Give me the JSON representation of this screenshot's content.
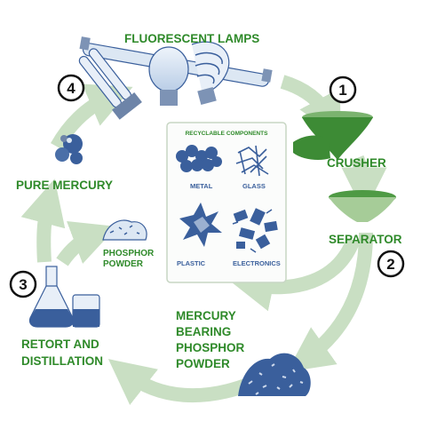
{
  "labels": {
    "fluorescent_lamps": "FLUORESCENT LAMPS",
    "crusher": "CRUSHER",
    "separator": "SEPARATOR",
    "pure_mercury": "PURE MERCURY",
    "phosphor_powder_1": "PHOSPHOR",
    "phosphor_powder_2": "POWDER",
    "retort_1": "RETORT AND",
    "retort_2": "DISTILLATION",
    "mbpp_1": "MERCURY",
    "mbpp_2": "BEARING",
    "mbpp_3": "PHOSPHOR",
    "mbpp_4": "POWDER"
  },
  "components": {
    "title": "RECYCLABLE COMPONENTS",
    "metal": "METAL",
    "glass": "GLASS",
    "plastic": "PLASTIC",
    "electronics": "ELECTRONICS"
  },
  "steps": [
    "1",
    "2",
    "3",
    "4"
  ],
  "colors": {
    "arrow": "#c9dfc3",
    "label_green": "#2f8a2a",
    "icon_blue": "#3a5f9c",
    "crusher_green": "#3d8b35"
  }
}
